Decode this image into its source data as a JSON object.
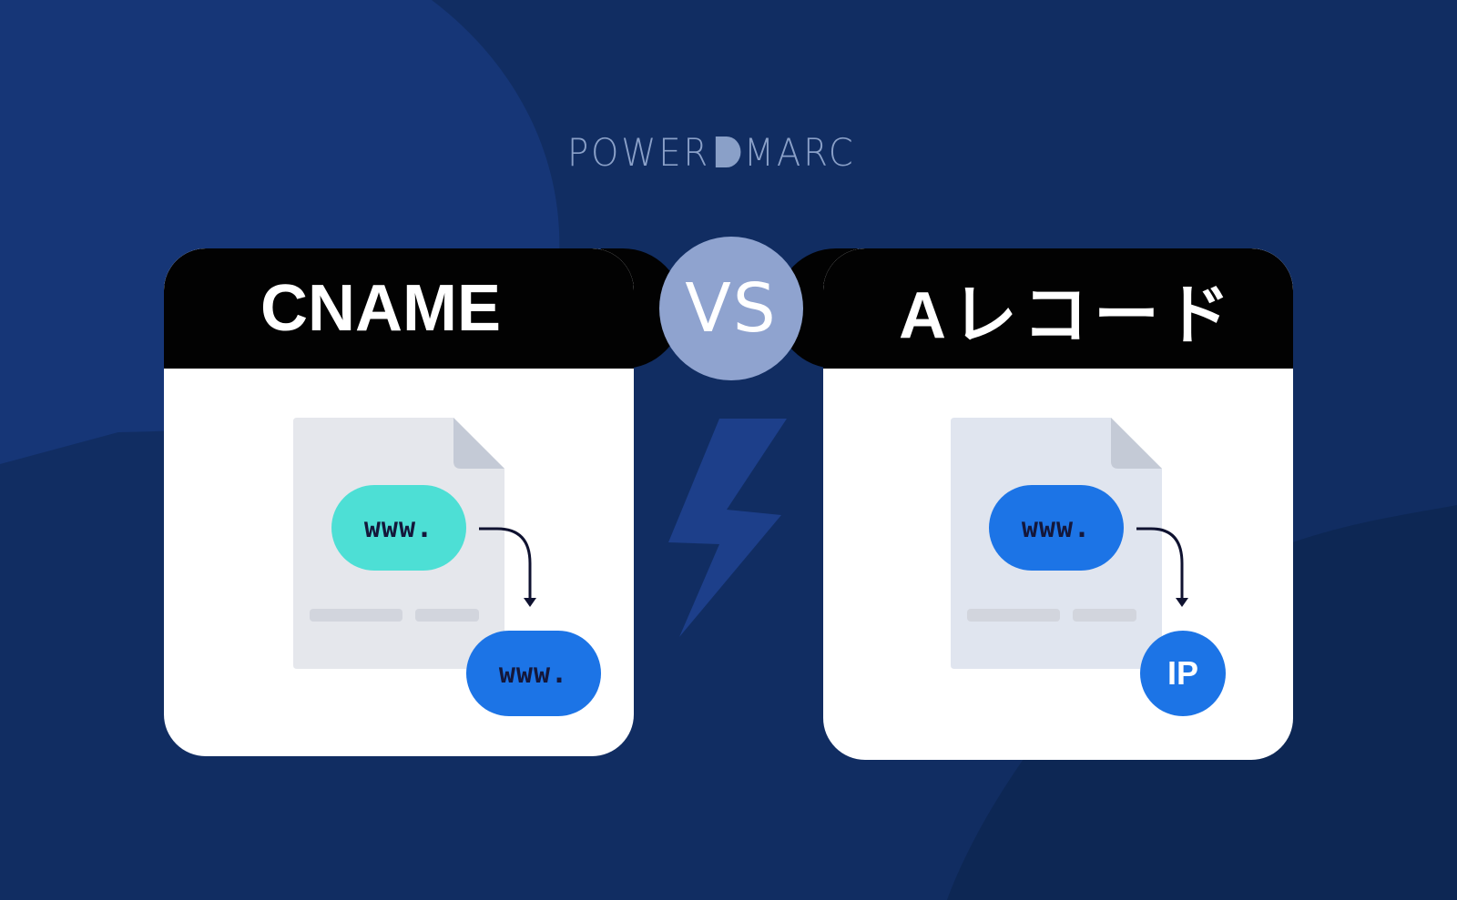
{
  "brand": {
    "logo_part1": "POWER",
    "logo_part2": "MARC"
  },
  "comparison": {
    "left_title": "CNAME",
    "vs_label": "VS",
    "right_title": "Aレコード"
  },
  "left_card": {
    "source_pill": "www.",
    "target_pill": "www."
  },
  "right_card": {
    "source_pill": "www.",
    "target_label": "IP"
  },
  "colors": {
    "background": "#112d62",
    "header": "#020202",
    "card": "#ffffff",
    "teal_pill": "#4ddfd5",
    "blue_pill": "#1c74e6",
    "vs_badge": "#8fa3cf",
    "logo": "#8aa0c8"
  }
}
